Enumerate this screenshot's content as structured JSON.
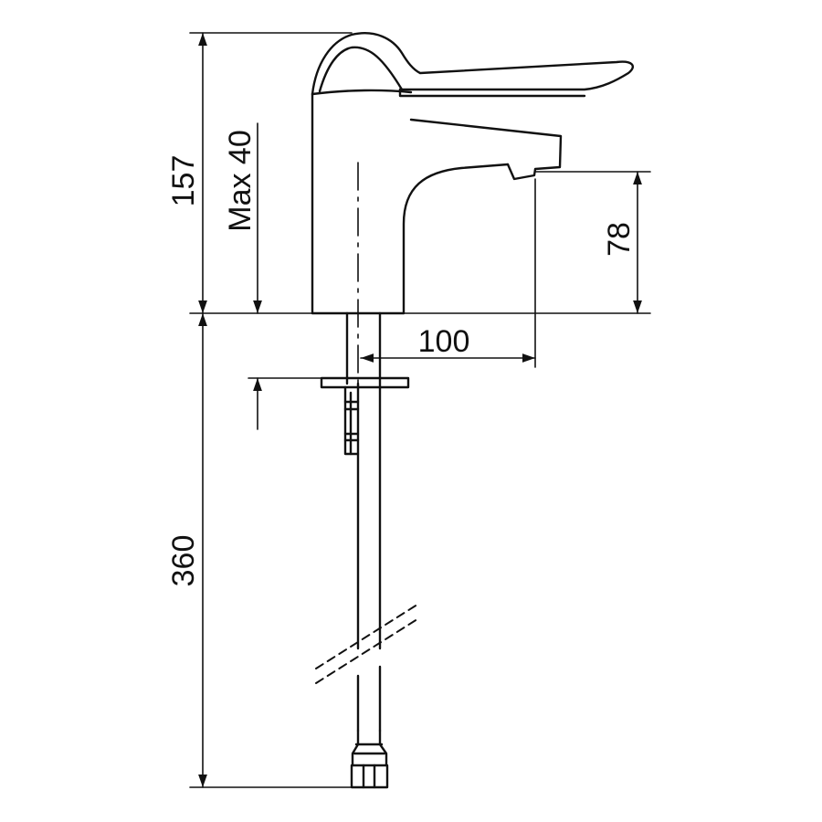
{
  "dimensions": {
    "overall_height": "157",
    "deck_thickness": "Max 40",
    "spout_height": "78",
    "spout_reach": "100",
    "hose_length": "360"
  },
  "colors": {
    "stroke": "#111111",
    "background": "#ffffff"
  }
}
